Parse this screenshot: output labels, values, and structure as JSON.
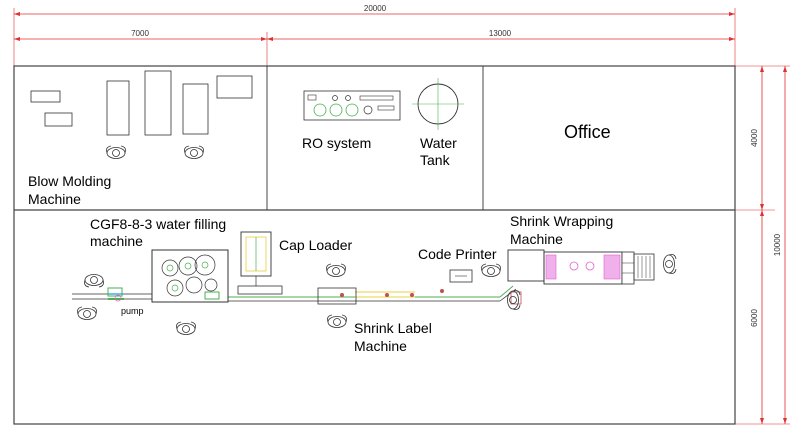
{
  "dimensions": {
    "total_width": "20000",
    "left_width": "7000",
    "right_width": "13000",
    "top_height": "4000",
    "bottom_height": "6000",
    "total_height": "10000"
  },
  "rooms": {
    "blow_molding": "Blow Molding",
    "blow_molding_2": "Machine",
    "ro_system": "RO system",
    "water_tank_1": "Water",
    "water_tank_2": "Tank",
    "office": "Office"
  },
  "machines": {
    "filling_1": "CGF8-8-3 water filling",
    "filling_2": "machine",
    "cap_loader": "Cap Loader",
    "code_printer": "Code Printer",
    "shrink_wrap_1": "Shrink Wrapping",
    "shrink_wrap_2": "Machine",
    "shrink_label_1": "Shrink Label",
    "shrink_label_2": "Machine",
    "pump": "pump"
  },
  "icons": {
    "operator": "operator-icon",
    "tank": "water-tank-icon"
  },
  "colors": {
    "dimension_line": "#e03030",
    "wall": "#444444",
    "machine_stroke": "#333333",
    "conveyor_green": "#4caf50",
    "pink_accent": "#e060d0",
    "yellow_accent": "#e8d040"
  }
}
